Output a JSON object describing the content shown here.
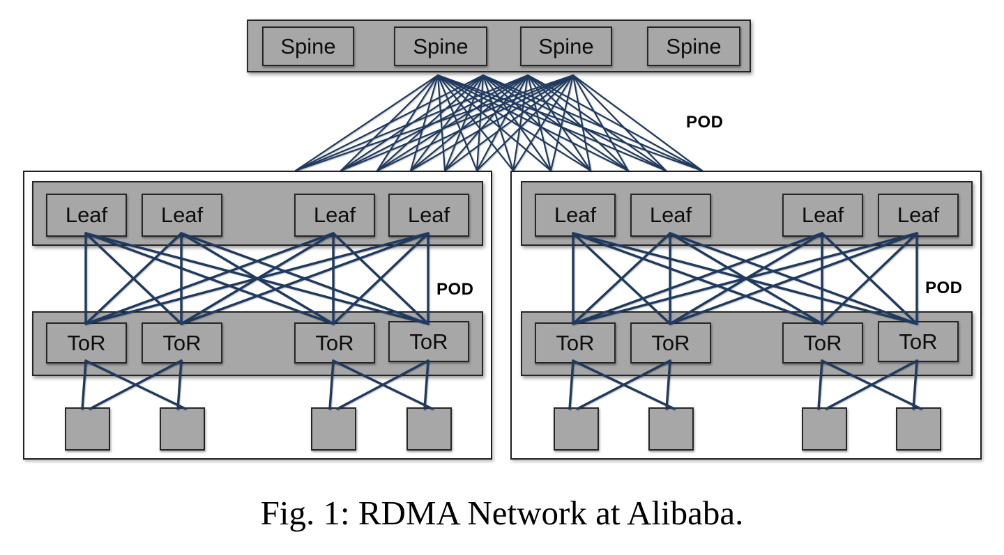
{
  "caption": "Fig. 1: RDMA Network at Alibaba.",
  "top_pod_label": "POD",
  "spine": {
    "nodes": [
      "Spine",
      "Spine",
      "Spine",
      "Spine"
    ]
  },
  "pods": [
    {
      "label": "POD",
      "leaves": [
        "Leaf",
        "Leaf",
        "Leaf",
        "Leaf"
      ],
      "tors": [
        "ToR",
        "ToR",
        "ToR",
        "ToR"
      ]
    },
    {
      "label": "POD",
      "leaves": [
        "Leaf",
        "Leaf",
        "Leaf",
        "Leaf"
      ],
      "tors": [
        "ToR",
        "ToR",
        "ToR",
        "ToR"
      ]
    }
  ],
  "colors": {
    "node_fill": "#a7a7a7",
    "node_border": "#262626",
    "pod_border": "#1f1f1f",
    "link": "#1f3a5f",
    "caption_text": "#000000"
  }
}
